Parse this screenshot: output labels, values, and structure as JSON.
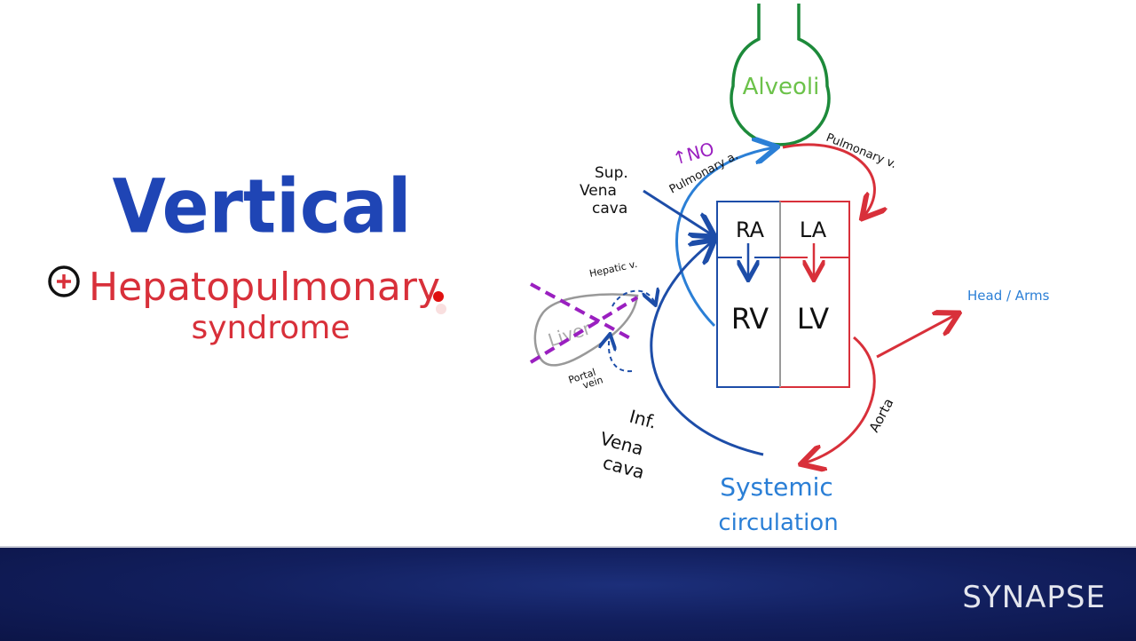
{
  "title": {
    "main": "Vertical",
    "line1": "Hepatopulmonary",
    "line2": "syndrome"
  },
  "diagram": {
    "alveoli": "Alveoli",
    "chambers": {
      "ra": "RA",
      "la": "LA",
      "rv": "RV",
      "lv": "LV"
    },
    "no_label": "↑NO",
    "pulmonary_artery": "Pulmonary a.",
    "pulmonary_vein": "Pulmonary v.",
    "sup_vena_cava": [
      "Sup.",
      "Vena",
      "cava"
    ],
    "inf_vena_cava": [
      "Inf.",
      "Vena",
      "cava"
    ],
    "hepatic_vein": "Hepatic v.",
    "portal_vein": [
      "Portal",
      "vein"
    ],
    "liver": "Liver",
    "head_arms": "Head / Arms",
    "aorta": "Aorta",
    "systemic": [
      "Systemic",
      "circulation"
    ]
  },
  "colors": {
    "blue_title": "#1f45b5",
    "red": "#d8303a",
    "green": "#1d8a3a",
    "light_green": "#6cc24a",
    "purple": "#9a1fc0",
    "light_blue": "#2b7fd6",
    "dark_blue": "#1d4da8",
    "banner": "#121f5e"
  },
  "banner": {
    "brand": "SYNAPSE"
  }
}
